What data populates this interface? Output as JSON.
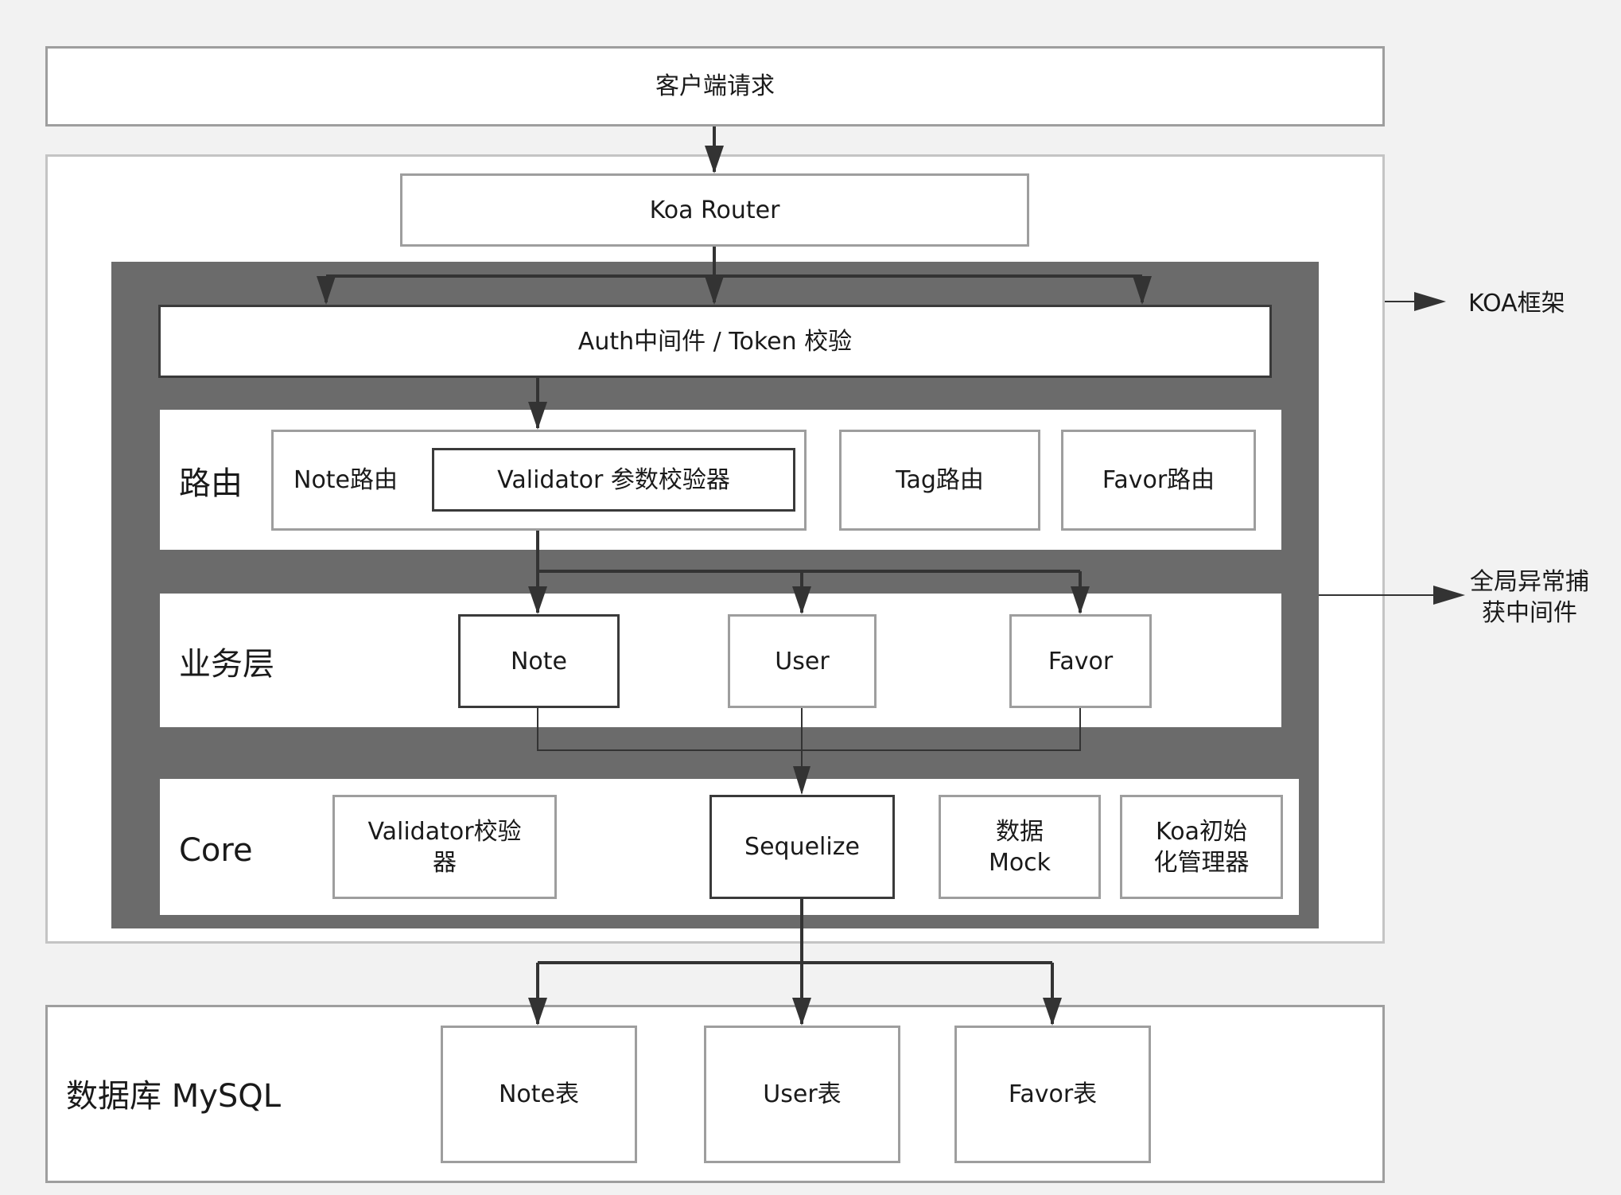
{
  "client_request": "客户端请求",
  "koa_router": "Koa Router",
  "auth": "Auth中间件 / Token 校验",
  "routing": {
    "label": "路由",
    "note_route": "Note路由",
    "validator": "Validator 参数校验器",
    "tag_route": "Tag路由",
    "favor_route": "Favor路由"
  },
  "business": {
    "label": "业务层",
    "note": "Note",
    "user": "User",
    "favor": "Favor"
  },
  "core": {
    "label": "Core",
    "validator": "Validator校验器",
    "sequelize": "Sequelize",
    "mock": "数据 Mock",
    "koa_init": "Koa初始化管理器"
  },
  "database": {
    "label": "数据库 MySQL",
    "note_table": "Note表",
    "user_table": "User表",
    "favor_table": "Favor表"
  },
  "side": {
    "koa_framework": "KOA框架",
    "global_exception": "全局异常捕获中间件"
  }
}
